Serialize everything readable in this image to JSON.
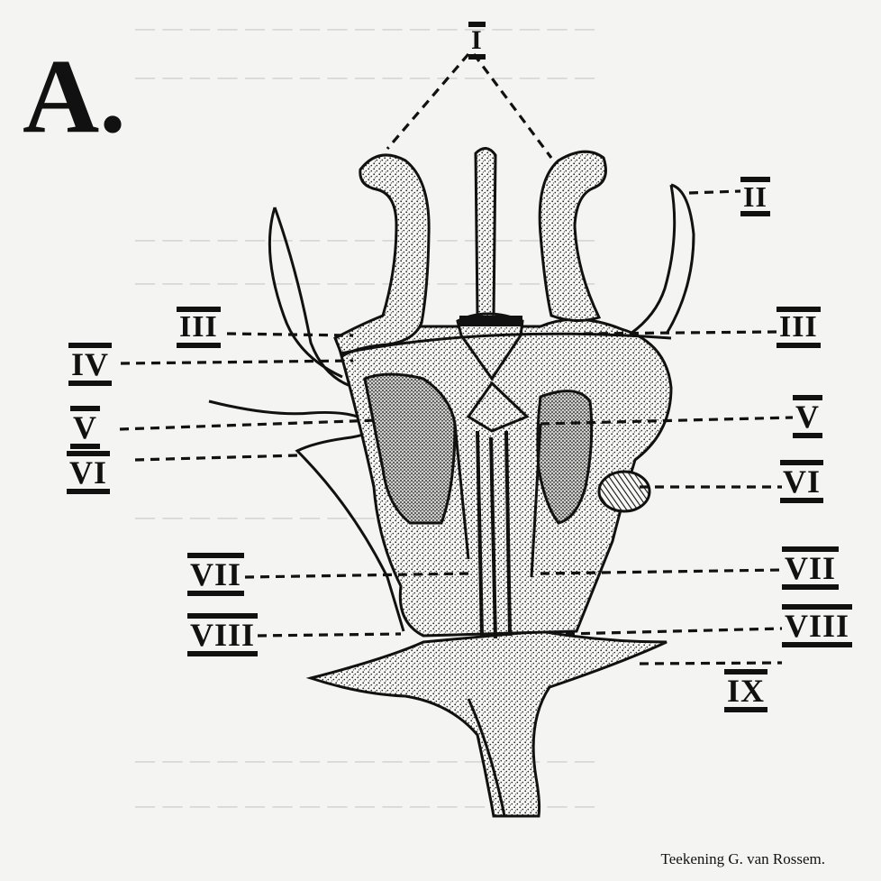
{
  "figure": {
    "panel_letter": "A.",
    "credit": "Teekening G. van Rossem.",
    "labels": {
      "I": "I",
      "II": "II",
      "III_left": "III",
      "III_right": "III",
      "IV": "IV",
      "V_left": "V",
      "V_right": "V",
      "VI_left": "VI",
      "VI_right": "VI",
      "VII_left": "VII",
      "VII_right": "VII",
      "VIII_left": "VIII",
      "VIII_right": "VIII",
      "IX": "IX"
    }
  },
  "colors": {
    "ink": "#111111",
    "paper": "#f4f4f2",
    "ghost_text": "#c9c9c6"
  }
}
